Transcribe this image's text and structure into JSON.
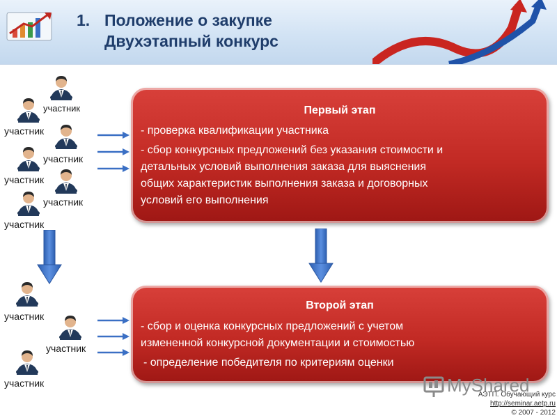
{
  "header": {
    "number": "1.",
    "title": "Положение о закупке",
    "subtitle": "Двухэтапный конкурс"
  },
  "stage1": {
    "title": "Первый этап",
    "lines": [
      "- проверка квалификации участника",
      "- сбор конкурсных предложений без указания стоимости и",
      "детальных условий выполнения заказа для выяснения",
      "общих характеристик выполнения заказа и договорных",
      "условий его выполнения"
    ]
  },
  "stage2": {
    "title": "Второй этап",
    "lines": [
      "- сбор и оценка конкурсных предложений с учетом",
      "измененной конкурсной документации и стоимостью",
      "- определение победителя по критериям оценки"
    ]
  },
  "participants": {
    "label": "участник"
  },
  "footer": {
    "brand": "MyShared",
    "line1": "АЭТП. Обучающий курс",
    "link": "http://seminar.aetp.ru",
    "copyright": "© 2007 - 2012"
  },
  "colors": {
    "panel_red": "#c22a24",
    "title_navy": "#1f3d6b",
    "arrow_blue": "#3a6fc4"
  }
}
